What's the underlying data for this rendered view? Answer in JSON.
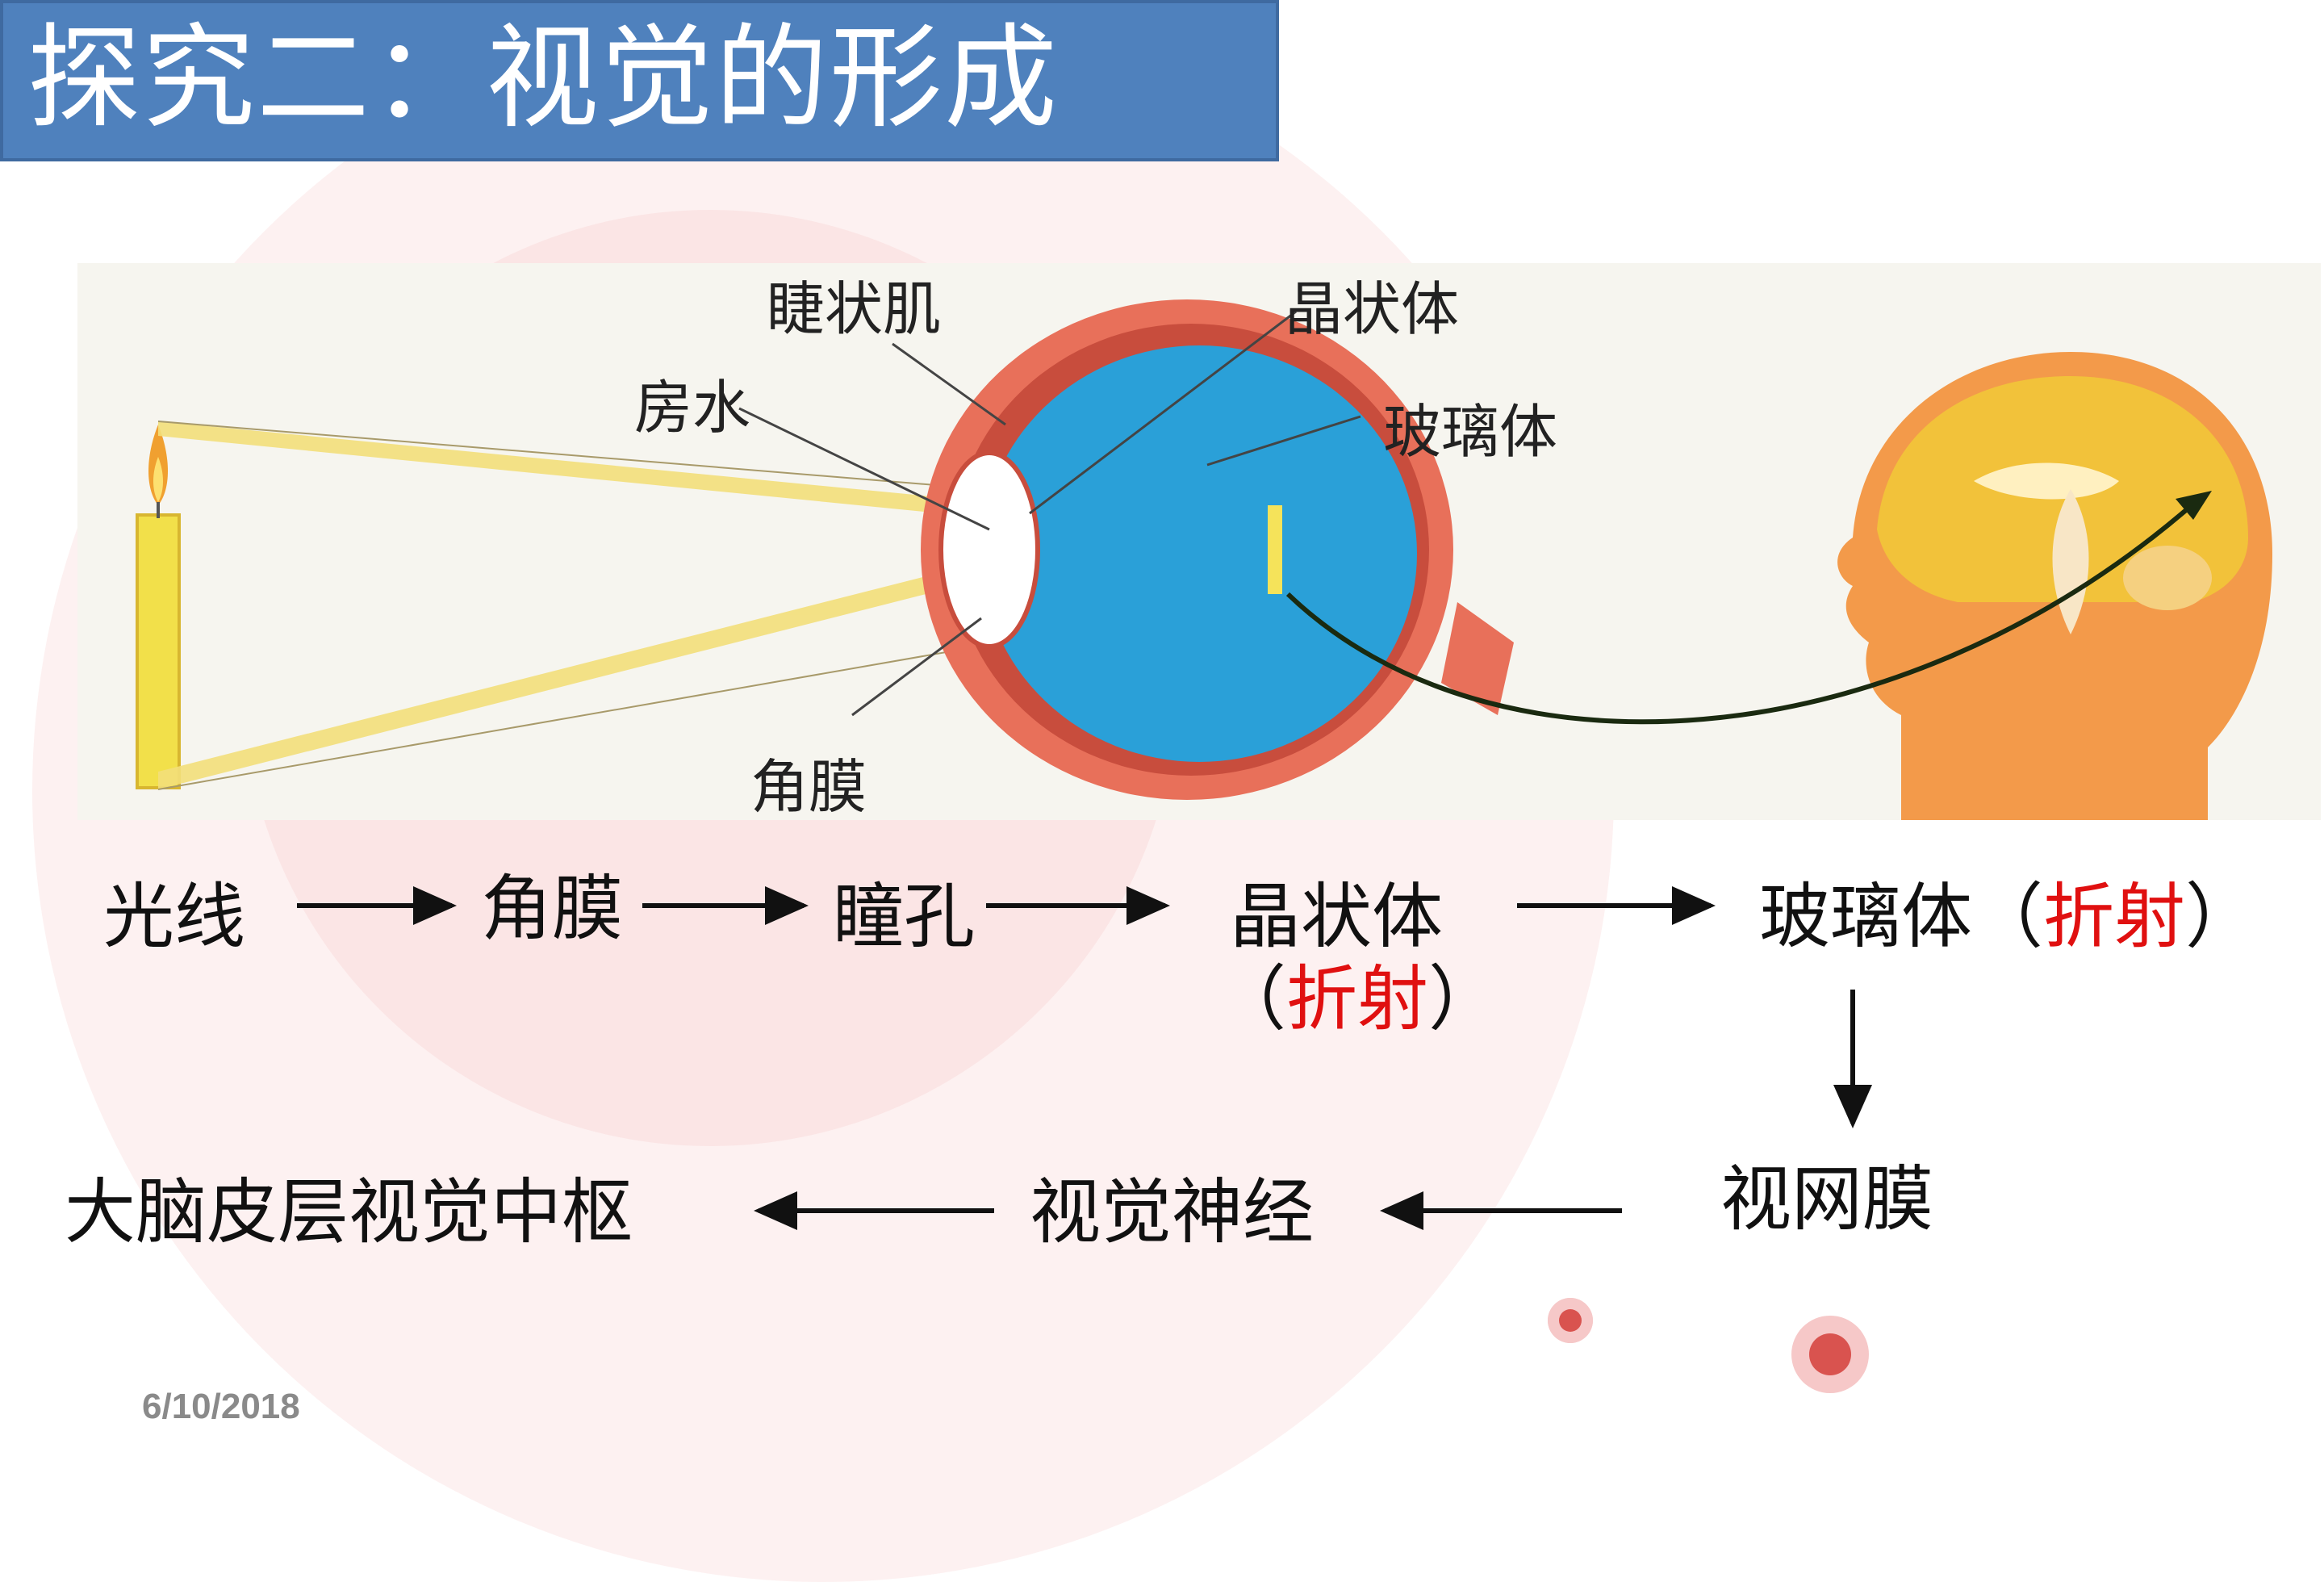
{
  "title": "探究二：视觉的形成",
  "labels": {
    "ciliary_muscle": "睫状肌",
    "lens": "晶状体",
    "aqueous_humor": "房水",
    "vitreous_body": "玻璃体",
    "cornea": "角膜"
  },
  "flow": {
    "light": "光线",
    "cornea": "角膜",
    "pupil": "瞳孔",
    "lens": "晶状体",
    "lens_refraction_open": "（",
    "lens_refraction": "折射",
    "lens_refraction_close": "）",
    "vitreous": "玻璃体（",
    "vitreous_refraction": "折射",
    "vitreous_close": "）",
    "retina": "视网膜",
    "optic_nerve": "视觉神经",
    "visual_cortex": "大脑皮层视觉中枢"
  },
  "date": "6/10/2018",
  "colors": {
    "title_bar": "#4f81bd",
    "background_circle": "#fbeaea",
    "eye_blue": "#2aa0d8",
    "eye_red": "#e8705a",
    "head_orange": "#f39a4a",
    "brain_yellow": "#f2c23a",
    "light_ray": "#f3df7a",
    "accent_red": "#e01010",
    "dot_red": "#d9534f"
  }
}
